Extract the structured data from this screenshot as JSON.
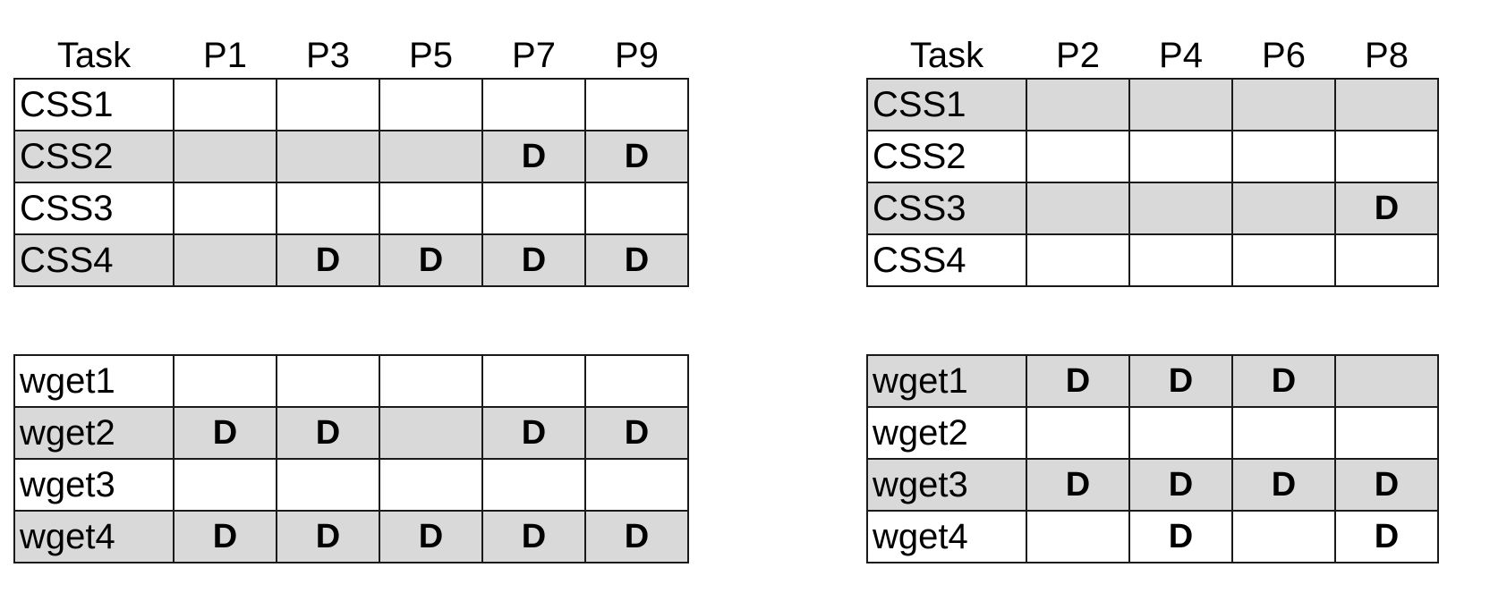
{
  "tables": [
    {
      "id": "odd-css",
      "shade_first": false,
      "headers": [
        "Task",
        "P1",
        "P3",
        "P5",
        "P7",
        "P9"
      ],
      "rows": [
        {
          "task": "CSS1",
          "cells": [
            "",
            "",
            "",
            "",
            ""
          ]
        },
        {
          "task": "CSS2",
          "cells": [
            "",
            "",
            "",
            "D",
            "D"
          ]
        },
        {
          "task": "CSS3",
          "cells": [
            "",
            "",
            "",
            "",
            ""
          ]
        },
        {
          "task": "CSS4",
          "cells": [
            "",
            "D",
            "D",
            "D",
            "D"
          ]
        }
      ]
    },
    {
      "id": "even-css",
      "shade_first": true,
      "headers": [
        "Task",
        "P2",
        "P4",
        "P6",
        "P8"
      ],
      "rows": [
        {
          "task": "CSS1",
          "cells": [
            "",
            "",
            "",
            ""
          ]
        },
        {
          "task": "CSS2",
          "cells": [
            "",
            "",
            "",
            ""
          ]
        },
        {
          "task": "CSS3",
          "cells": [
            "",
            "",
            "",
            "D"
          ]
        },
        {
          "task": "CSS4",
          "cells": [
            "",
            "",
            "",
            ""
          ]
        }
      ]
    },
    {
      "id": "odd-wget",
      "shade_first": false,
      "headers": [],
      "rows": [
        {
          "task": "wget1",
          "cells": [
            "",
            "",
            "",
            "",
            ""
          ]
        },
        {
          "task": "wget2",
          "cells": [
            "D",
            "D",
            "",
            "D",
            "D"
          ]
        },
        {
          "task": "wget3",
          "cells": [
            "",
            "",
            "",
            "",
            ""
          ]
        },
        {
          "task": "wget4",
          "cells": [
            "D",
            "D",
            "D",
            "D",
            "D"
          ]
        }
      ]
    },
    {
      "id": "even-wget",
      "shade_first": true,
      "headers": [],
      "rows": [
        {
          "task": "wget1",
          "cells": [
            "D",
            "D",
            "D",
            ""
          ]
        },
        {
          "task": "wget2",
          "cells": [
            "",
            "",
            "",
            ""
          ]
        },
        {
          "task": "wget3",
          "cells": [
            "D",
            "D",
            "D",
            "D"
          ]
        },
        {
          "task": "wget4",
          "cells": [
            "",
            "D",
            "",
            "D"
          ]
        }
      ]
    }
  ],
  "colors": {
    "shaded_row": "#d9d9d9",
    "plain_row": "#ffffff",
    "border": "#1a1a1a"
  }
}
